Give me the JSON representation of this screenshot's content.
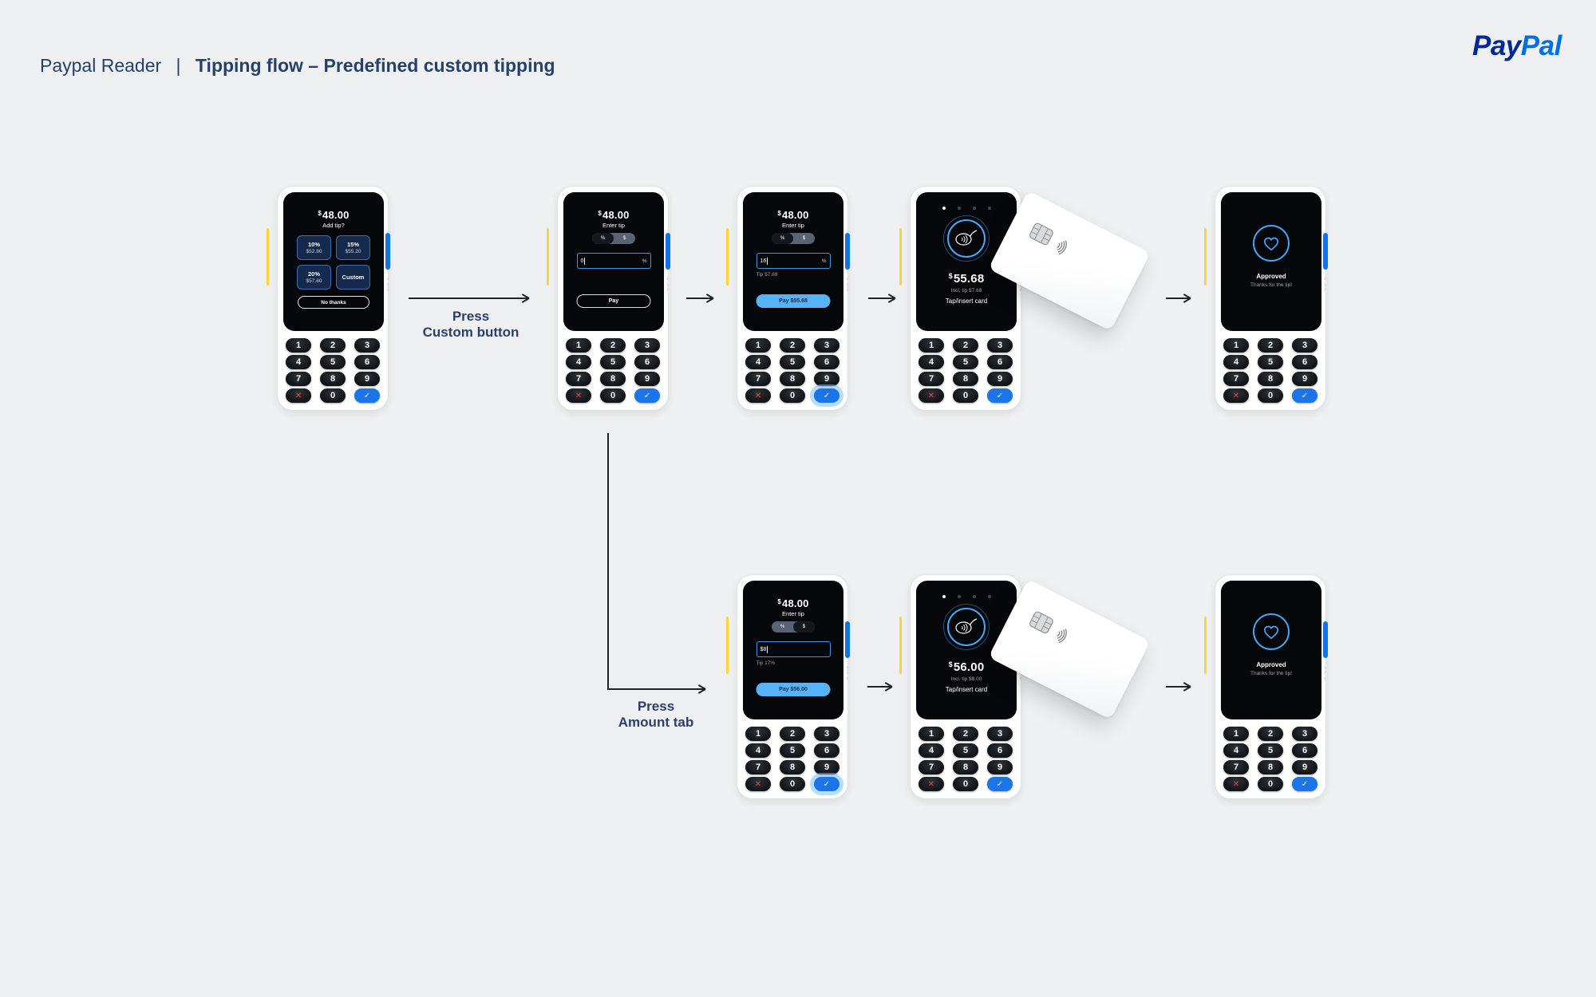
{
  "page": {
    "background": "#eef0f2"
  },
  "header": {
    "product_name": "Paypal Reader",
    "separator": "|",
    "flow_title": "Tipping flow – Predefined custom tipping",
    "logo": {
      "part_dark": "Pay",
      "part_light": "Pal",
      "color_dark": "#002991",
      "color_light": "#0070e0"
    }
  },
  "flow_labels": {
    "custom_button": {
      "line1": "Press",
      "line2": "Custom button"
    },
    "amount_tab": {
      "line1": "Press",
      "line2": "Amount tab"
    }
  },
  "keypad": {
    "digits": [
      [
        "1",
        "2",
        "3"
      ],
      [
        "4",
        "5",
        "6"
      ],
      [
        "7",
        "8",
        "9"
      ]
    ],
    "cancel": "✕",
    "zero": "0",
    "confirm": "✓"
  },
  "colors": {
    "navy_text": "#27406b",
    "terminal_body": "#ffffff",
    "screen_bg": "#0e1116",
    "accent_ring_blue": "#46a9f4",
    "pay_button_blue": "#58b2f7",
    "pay_button_text": "#0a2a52",
    "confirm_key_blue": "#1b74e8",
    "cancel_key_red": "#e8433c",
    "tip_button_bg": "#15294d",
    "tip_button_border": "#3e6cb0",
    "side_button_blue": "#1173e8",
    "marker_yellow": "#ffd43b",
    "muted_text": "#99a0aa"
  },
  "terminals": [
    {
      "type": "tip-select",
      "currency": "$",
      "amount": "48.00",
      "prompt": "Add tip?",
      "options": [
        {
          "title": "10%",
          "subtitle": "$52.80"
        },
        {
          "title": "15%",
          "subtitle": "$55.20"
        },
        {
          "title": "20%",
          "subtitle": "$57.60"
        },
        {
          "title": "Custom",
          "subtitle": ""
        }
      ],
      "decline_label": "No thanks"
    },
    {
      "type": "enter-tip",
      "currency": "$",
      "amount": "48.00",
      "prompt": "Enter tip",
      "toggle": {
        "percent": "%",
        "dollar": "$",
        "selected": "%"
      },
      "input": {
        "value": "0",
        "unit": "%"
      },
      "tip_note": "",
      "pay_label": "Pay",
      "pay_style": "outline",
      "confirm_pressed": false
    },
    {
      "type": "enter-tip",
      "currency": "$",
      "amount": "48.00",
      "prompt": "Enter tip",
      "toggle": {
        "percent": "%",
        "dollar": "$",
        "selected": "%"
      },
      "input": {
        "value": "16",
        "unit": "%"
      },
      "tip_note": "Tip $7.68",
      "pay_label": "Pay $55.68",
      "pay_style": "filled",
      "confirm_pressed": true
    },
    {
      "type": "tap-card",
      "currency": "$",
      "amount": "55.68",
      "note": "Incl. tip $7.68",
      "instruction": "Tap/insert card",
      "progress_dots": 4
    },
    {
      "type": "approved",
      "title": "Approved",
      "subtitle": "Thanks for the tip!"
    },
    {
      "type": "enter-tip",
      "currency": "$",
      "amount": "48.00",
      "prompt": "Enter tip",
      "toggle": {
        "percent": "%",
        "dollar": "$",
        "selected": "$"
      },
      "input": {
        "value": "$8",
        "unit": ""
      },
      "tip_note": "Tip 17%",
      "pay_label": "Pay $56.00",
      "pay_style": "filled",
      "confirm_pressed": true
    },
    {
      "type": "tap-card",
      "currency": "$",
      "amount": "56.00",
      "note": "Incl. tip $8.00",
      "instruction": "Tap/insert card",
      "progress_dots": 4
    },
    {
      "type": "approved",
      "title": "Approved",
      "subtitle": "Thanks for the tip!"
    }
  ]
}
